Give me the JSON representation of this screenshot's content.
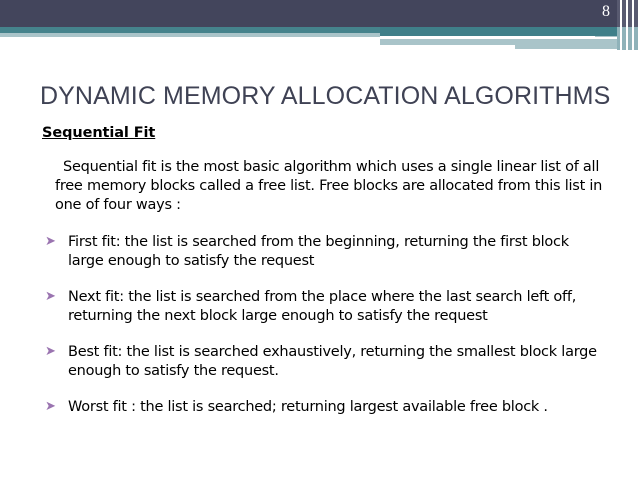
{
  "slide": {
    "page_number": "8",
    "title": "DYNAMIC MEMORY ALLOCATION ALGORITHMS",
    "section_heading": "Sequential Fit",
    "intro_paragraph": "Sequential fit is the most basic algorithm which uses a single linear list of all free memory blocks called a free list. Free blocks are allocated from this list in one of four ways :",
    "bullets": [
      {
        "marker": "➤",
        "text": "First fit: the list is searched from the beginning, returning the first block large enough to satisfy the request"
      },
      {
        "marker": "➤",
        "text": "Next fit: the list is searched from the place where the last search left off, returning the next block large enough to satisfy the request"
      },
      {
        "marker": "➤",
        "text": "Best fit: the list is searched exhaustively, returning the smallest block large enough to satisfy the request."
      },
      {
        "marker": "➤",
        "text": "Worst fit : the list is searched; returning largest available free block ."
      }
    ]
  },
  "theme": {
    "header_navy": "#43455c",
    "header_teal": "#45838c",
    "header_light": "#a9c4c9",
    "accent_teal": "#3f7f89",
    "title_color": "#3f4254",
    "bullet_color": "#9a74b0",
    "body_color": "#000000",
    "background": "#ffffff"
  }
}
